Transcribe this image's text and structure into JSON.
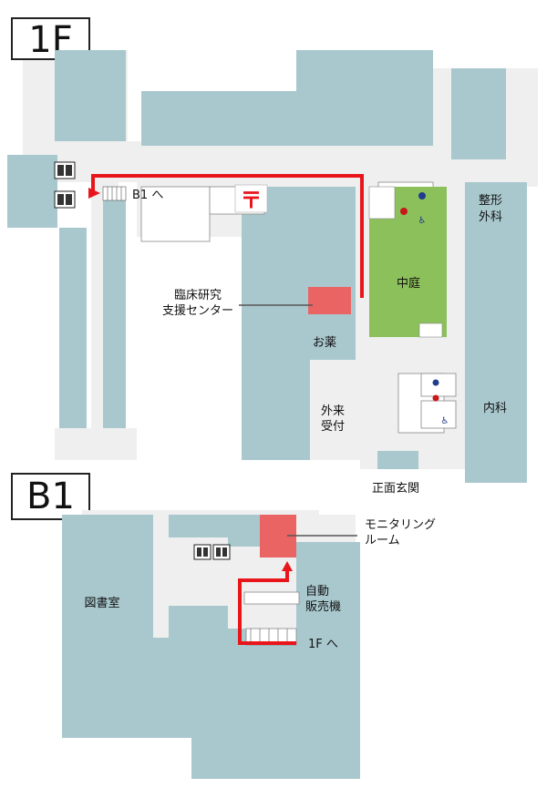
{
  "colors": {
    "building": "#a9c8ce",
    "corridor": "#efefef",
    "garden": "#8cc05b",
    "highlight": "#ea6464",
    "route": "#e8161b",
    "post": "#e8161b",
    "line": "#555555",
    "text": "#111111"
  },
  "floors": {
    "f1": {
      "label": "1F",
      "rooms": {
        "seikei": "整形\n外科",
        "naika": "内科",
        "nakaniwa": "中庭",
        "okusuri": "お薬",
        "gairai": "外来\n受付",
        "shomen": "正面玄関",
        "rinsho": "臨床研究\n支援センター",
        "b1_stairs": "B1 へ"
      },
      "icons": {
        "post_office": "〒"
      }
    },
    "b1": {
      "label": "B1",
      "rooms": {
        "toshoshitsu": "図書室",
        "jidou": "自動\n販売機",
        "monitoring": "モニタリング\nルーム",
        "f1_stairs": "1F へ"
      }
    }
  }
}
